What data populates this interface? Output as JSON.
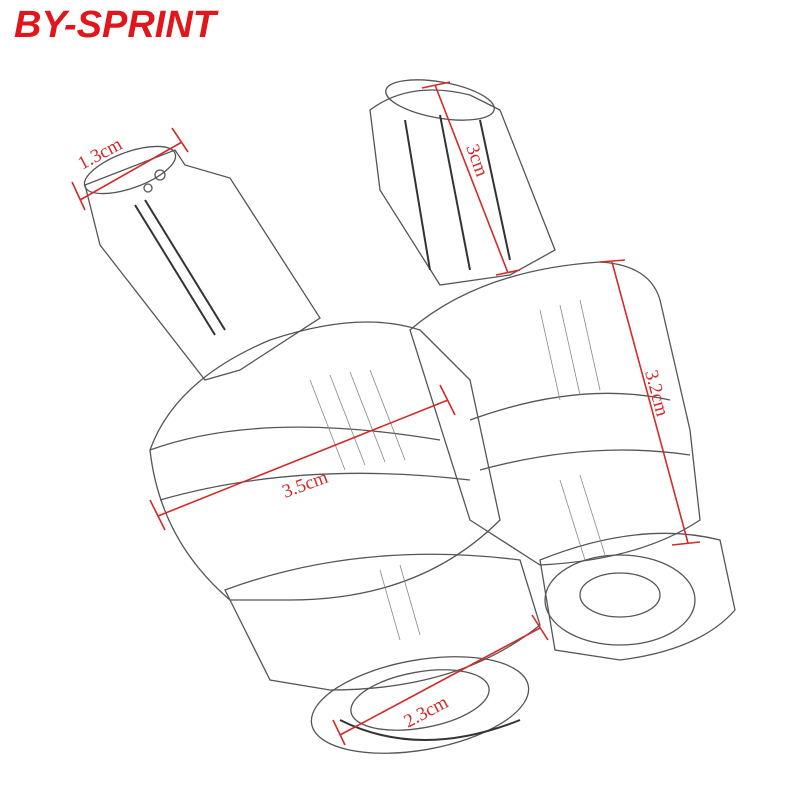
{
  "brand": {
    "text": "BY-SPRINT",
    "color": "#e0161b"
  },
  "dimensions": {
    "top_diameter": "1.3cm",
    "top_length": "3cm",
    "body_width": "3.5cm",
    "body_height": "3.2cm",
    "end_diameter": "2.3cm",
    "color": "#d42a2a"
  }
}
